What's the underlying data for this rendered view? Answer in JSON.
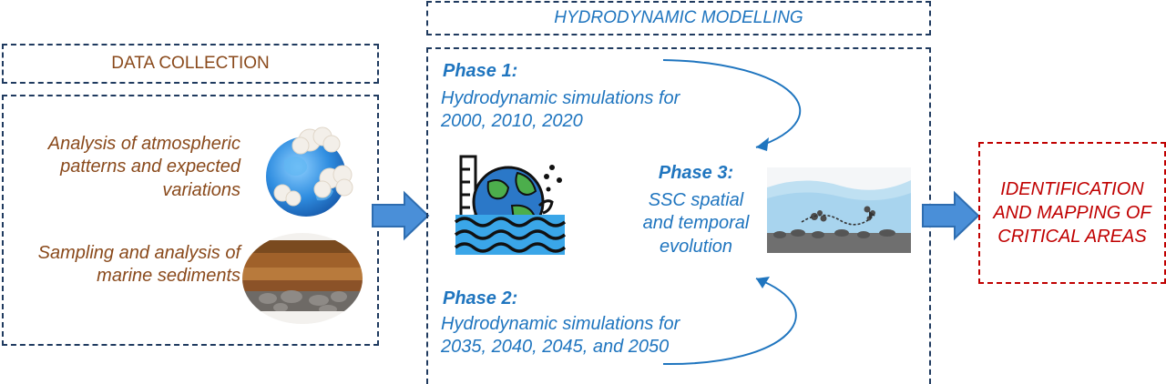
{
  "data_collection": {
    "header": "DATA COLLECTION",
    "item1": "Analysis of atmospheric patterns and expected variations",
    "item2": "Sampling and analysis of marine sediments"
  },
  "hydrodynamic": {
    "header": "HYDRODYNAMIC MODELLING",
    "phase1_title": "Phase 1:",
    "phase1_text": "Hydrodynamic simulations for 2000, 2010, 2020",
    "phase2_title": "Phase 2:",
    "phase2_text": "Hydrodynamic simulations for 2035, 2040, 2045, and 2050",
    "phase3_title": "Phase 3:",
    "phase3_text": "SSC spatial and temporal evolution"
  },
  "output": {
    "text": "IDENTIFICATION AND MAPPING OF CRITICAL AREAS"
  },
  "colors": {
    "navy": "#1f3a5f",
    "brown": "#8a4a1c",
    "blue": "#1f75bf",
    "red": "#c00000",
    "arrow": "#4a8fd8"
  }
}
